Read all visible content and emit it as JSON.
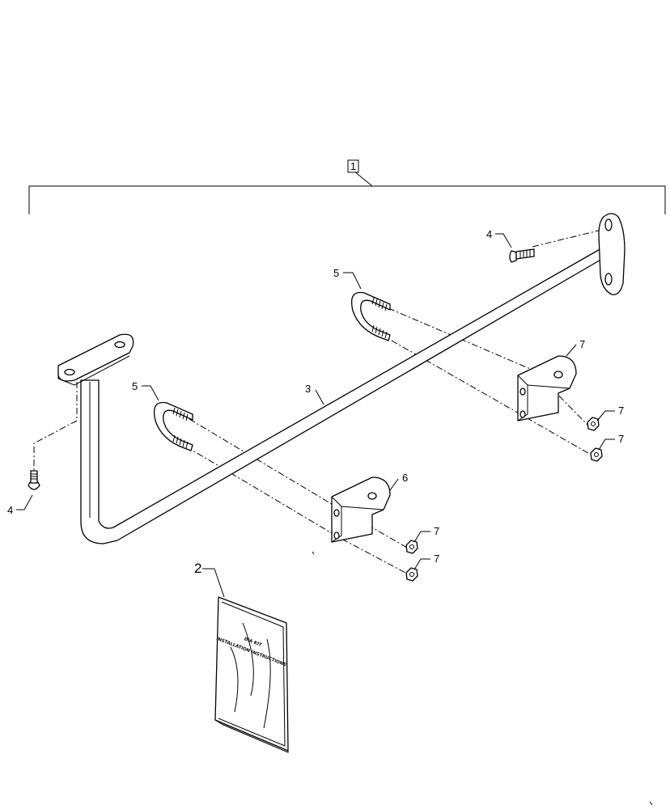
{
  "callouts": {
    "kit": "1",
    "booklet": "2",
    "bar": "3",
    "bolt_left": "4",
    "bolt_right": "4",
    "ubolt_left": "5",
    "ubolt_right": "5",
    "bracket_left": "6",
    "bracket_right": "7",
    "nut_left_upper": "7",
    "nut_left_lower": "7",
    "nut_right_upper": "7",
    "nut_right_lower": "7"
  },
  "booklet": {
    "line1": "DIA KIT",
    "line2": "INSTALLATION INSTRUCTIONS"
  }
}
